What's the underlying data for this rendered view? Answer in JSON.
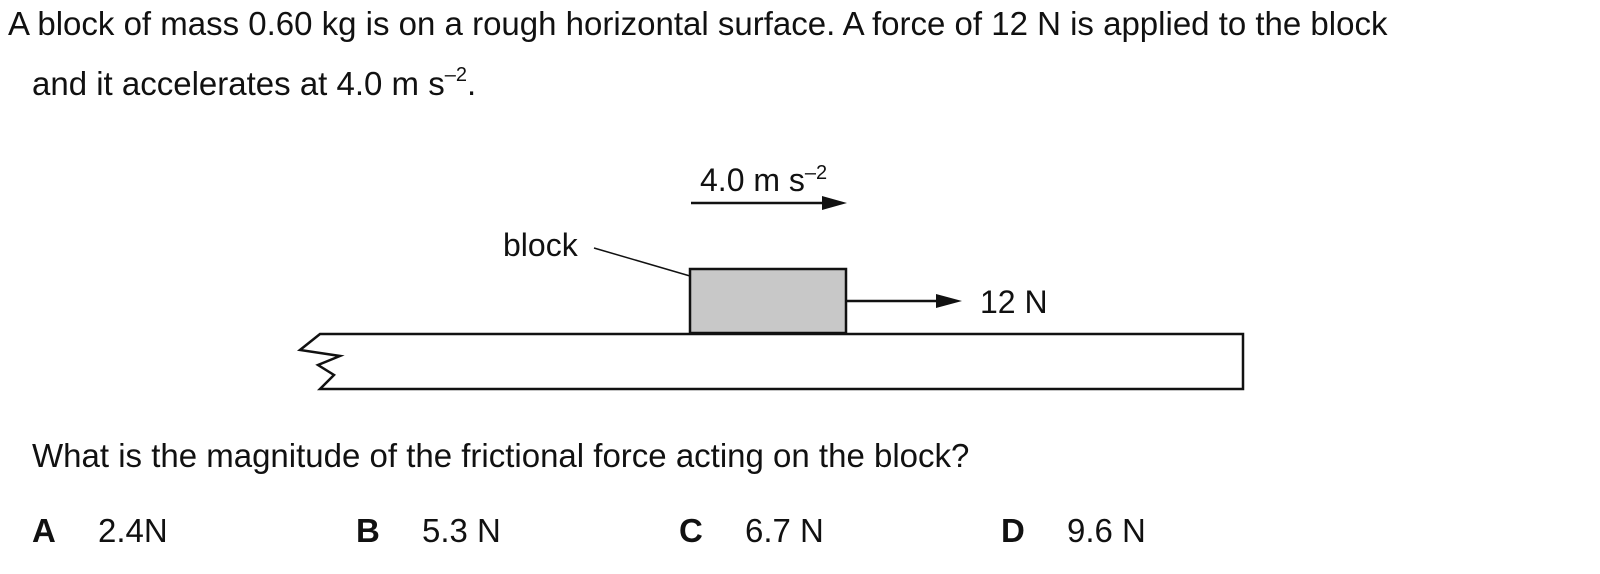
{
  "question": {
    "intro_line1": "A block of mass 0.60 kg is on a rough horizontal surface. A force of 12 N is applied to the block",
    "intro_line2_text": "and it accelerates at 4.0 m s",
    "intro_line2_exp": "–2",
    "intro_line2_end": ".",
    "prompt": "What is the magnitude of the frictional force acting on the block?"
  },
  "diagram": {
    "acceleration_text": "4.0 m s",
    "acceleration_exp": "–2",
    "block_label": "block",
    "force_label": "12 N",
    "block_fill": "#c8c8c8",
    "line_color": "#111111"
  },
  "options": [
    {
      "letter": "A",
      "value": "2.4N"
    },
    {
      "letter": "B",
      "value": "5.3 N"
    },
    {
      "letter": "C",
      "value": "6.7 N"
    },
    {
      "letter": "D",
      "value": "9.6 N"
    }
  ]
}
